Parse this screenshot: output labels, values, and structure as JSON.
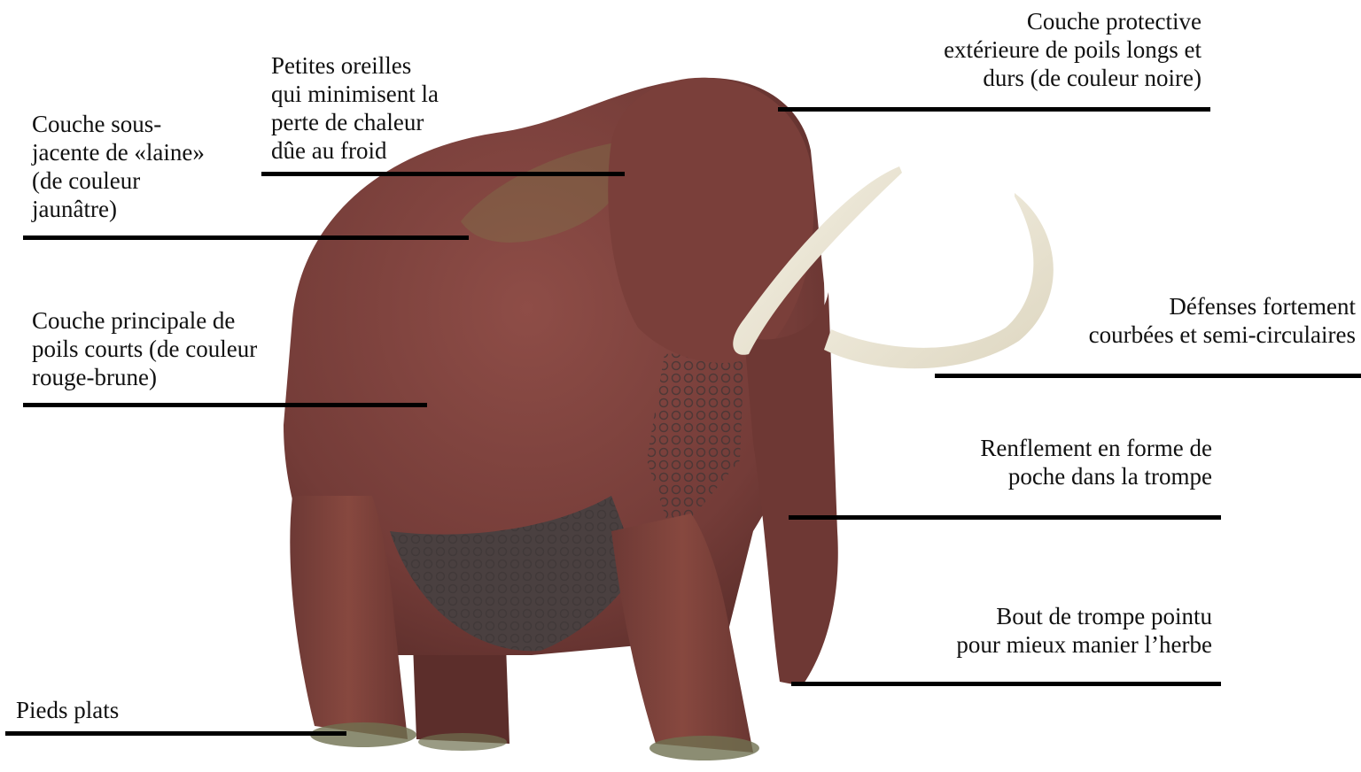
{
  "labels": {
    "outer_hair": "Couche protective\nextérieure de poils longs et\ndurs (de couleur noire)",
    "small_ears": "Petites oreilles\nqui minimisent la\nperte de chaleur\ndûe au froid",
    "wool_layer": "Couche sous-\njacente de «laine»\n(de couleur\njaunâtre)",
    "main_hair": "Couche principale de\npoils courts (de couleur\nrouge-brune)",
    "tusks": "Défenses fortement\ncourbées et semi-circulaires",
    "trunk_pouch": "Renflement en forme de\npoche dans la trompe",
    "trunk_tip": "Bout de trompe pointu\npour mieux manier l’herbe",
    "flat_feet": "Pieds plats"
  },
  "colors": {
    "fur": "#7a3f3a",
    "fur_dark": "#5a2c2a",
    "fur_moss": "#7d7a4a",
    "tusk": "#efeadb",
    "underfur": "#4a4040",
    "leader": "#000000"
  },
  "icons": {
    "subject": "woolly-mammoth-illustration"
  }
}
